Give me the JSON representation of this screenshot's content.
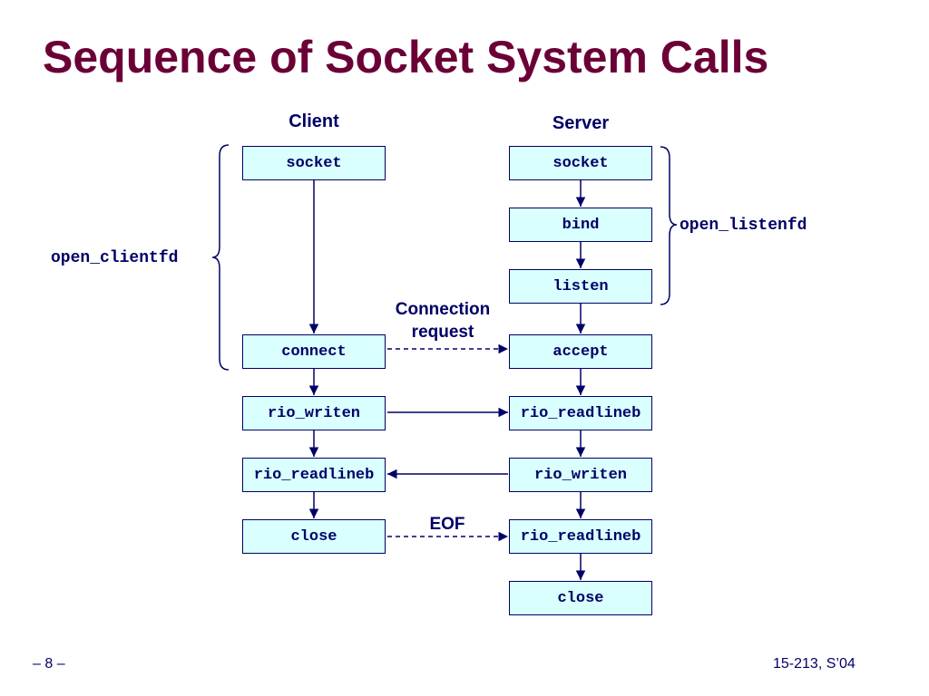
{
  "slide": {
    "title": "Sequence of Socket System Calls",
    "page_number": "– 8 –",
    "course": "15-213, S’04"
  },
  "diagram": {
    "client_label": "Client",
    "server_label": "Server",
    "client_boxes": [
      "socket",
      "connect",
      "rio_writen",
      "rio_readlineb",
      "close"
    ],
    "server_boxes": [
      "socket",
      "bind",
      "listen",
      "accept",
      "rio_readlineb",
      "rio_writen",
      "rio_readlineb",
      "close"
    ],
    "open_clientfd": "open_clientfd",
    "open_listenfd": "open_listenfd",
    "connection_request": "Connection\nrequest",
    "eof": "EOF"
  },
  "colors": {
    "title": "#6b0036",
    "ink": "#000066",
    "box_fill": "#d9ffff"
  }
}
